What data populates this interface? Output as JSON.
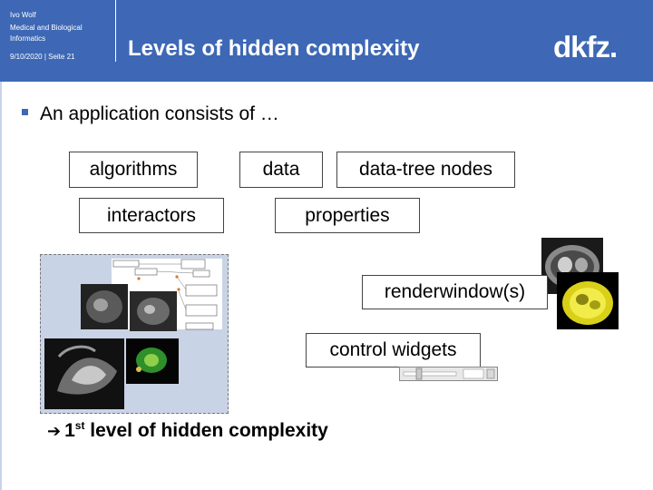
{
  "header": {
    "author": "Ivo Wolf",
    "department": "Medical and Biological Informatics",
    "date_page": "9/10/2020 | Seite 21",
    "title": "Levels of hidden complexity",
    "logo_text": "dkfz."
  },
  "bullet": "An application consists of …",
  "concepts": {
    "algorithms": "algorithms",
    "data": "data",
    "data_tree_nodes": "data-tree nodes",
    "interactors": "interactors",
    "properties": "properties",
    "renderwindows": "renderwindow(s)",
    "control_widgets": "control widgets"
  },
  "conclusion": {
    "prefix": "1",
    "sup": "st",
    "text": " level of hidden complexity"
  },
  "colors": {
    "header_bg": "#3e68b5",
    "diagram_bg": "#c9d3e6"
  },
  "icons": [
    "arrow-right-icon",
    "bullet-square-icon"
  ]
}
